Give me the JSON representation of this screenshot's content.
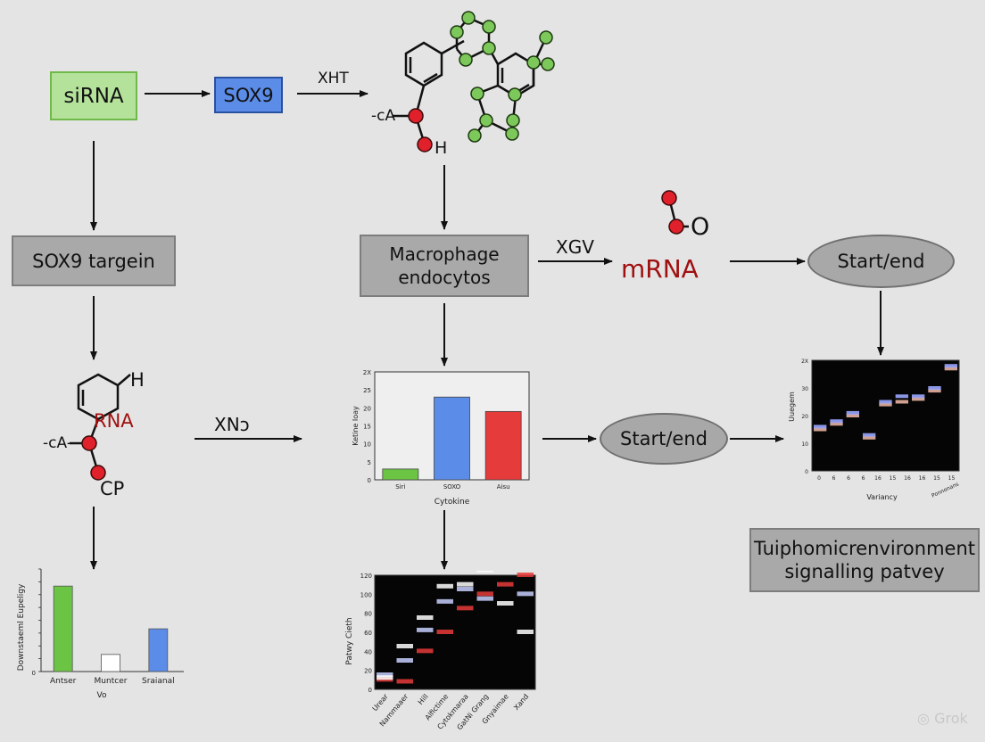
{
  "nodes": {
    "sirna": "siRNA",
    "sox9": "SOX9",
    "sox9_targeting": "SOX9 targein",
    "macrophage": "Macrophage endocytos",
    "mrna": "mRNA",
    "start_end_1": "Start/end",
    "start_end_2": "Start/end",
    "microenvironment": "Tuiphomicrenvironment signalling patvey"
  },
  "edge_labels": {
    "xht": "XHT",
    "xgv": "XGV",
    "xnj": "XNↄ"
  },
  "molecule_labels": {
    "ca_top": "-cA-",
    "h_top": "H",
    "o_right": "O",
    "h_left": "H",
    "rna": "RNA",
    "ca_left": "-cA-",
    "cp": "CP"
  },
  "watermark": "Grok",
  "colors": {
    "green_fill": "#b5e29b",
    "blue_fill": "#5b8ce8",
    "dark_red": "#a01010",
    "atom_green": "#7dc85a",
    "atom_red": "#e0202a"
  },
  "chart_data": [
    {
      "type": "bar",
      "id": "cytokine",
      "xlabel": "Cytokine",
      "ylabel": "Ketine Ioay",
      "categories": [
        "Siri",
        "SOXO",
        "Aisu"
      ],
      "values": [
        3,
        23,
        19
      ],
      "colors": [
        "#6cc444",
        "#5b8ce8",
        "#e63b3b"
      ],
      "yticks": [
        "0",
        "5",
        "10",
        "15",
        "20",
        "25",
        "2X"
      ],
      "ylim": [
        0,
        30
      ]
    },
    {
      "type": "bar",
      "id": "downstream",
      "xlabel": "Vo",
      "ylabel": "Downstaeml Eupeligy",
      "categories": [
        "Antser",
        "Muntcer",
        "Sraianal"
      ],
      "values": [
        10,
        2,
        5
      ],
      "colors": [
        "#6cc444",
        "#ffffff",
        "#5b8ce8"
      ],
      "ylim": [
        0,
        12
      ]
    },
    {
      "type": "heatmap",
      "id": "pathway",
      "ylabel": "Patwy Cieth",
      "yticks": [
        "0",
        "20",
        "40",
        "60",
        "80",
        "100",
        "120"
      ],
      "ylim": [
        0,
        120
      ],
      "categories": [
        "Urear",
        "Nammaaer",
        "Hill",
        "Alfictime",
        "Cytokmaraa",
        "GatNi Grang",
        "Gnyaimae",
        "Xand"
      ],
      "series": [
        {
          "name": "",
          "values": [
            10,
            8,
            40,
            60,
            85,
            100,
            110,
            120
          ]
        },
        {
          "name": "",
          "values": [
            15,
            30,
            62,
            92,
            105,
            95,
            130,
            100
          ]
        },
        {
          "name": "",
          "values": [
            12,
            45,
            75,
            108,
            110,
            125,
            90,
            60
          ]
        }
      ]
    },
    {
      "type": "heatmap",
      "id": "variancy",
      "xlabel": "Variancy",
      "ylabel": "Uuegem",
      "yticks": [
        "0",
        "10",
        "20",
        "30",
        "2X"
      ],
      "xticks": [
        "0",
        "6",
        "6",
        "6",
        "16",
        "15",
        "16",
        "16",
        "15",
        "15",
        "Ponnonans"
      ],
      "ylim": [
        0,
        40
      ],
      "series": [
        {
          "name": "",
          "values": [
            15,
            17,
            20,
            12,
            24,
            25,
            26,
            29,
            37
          ]
        },
        {
          "name": "",
          "values": [
            16,
            18,
            21,
            13,
            25,
            27,
            27,
            30,
            38
          ]
        }
      ]
    }
  ]
}
